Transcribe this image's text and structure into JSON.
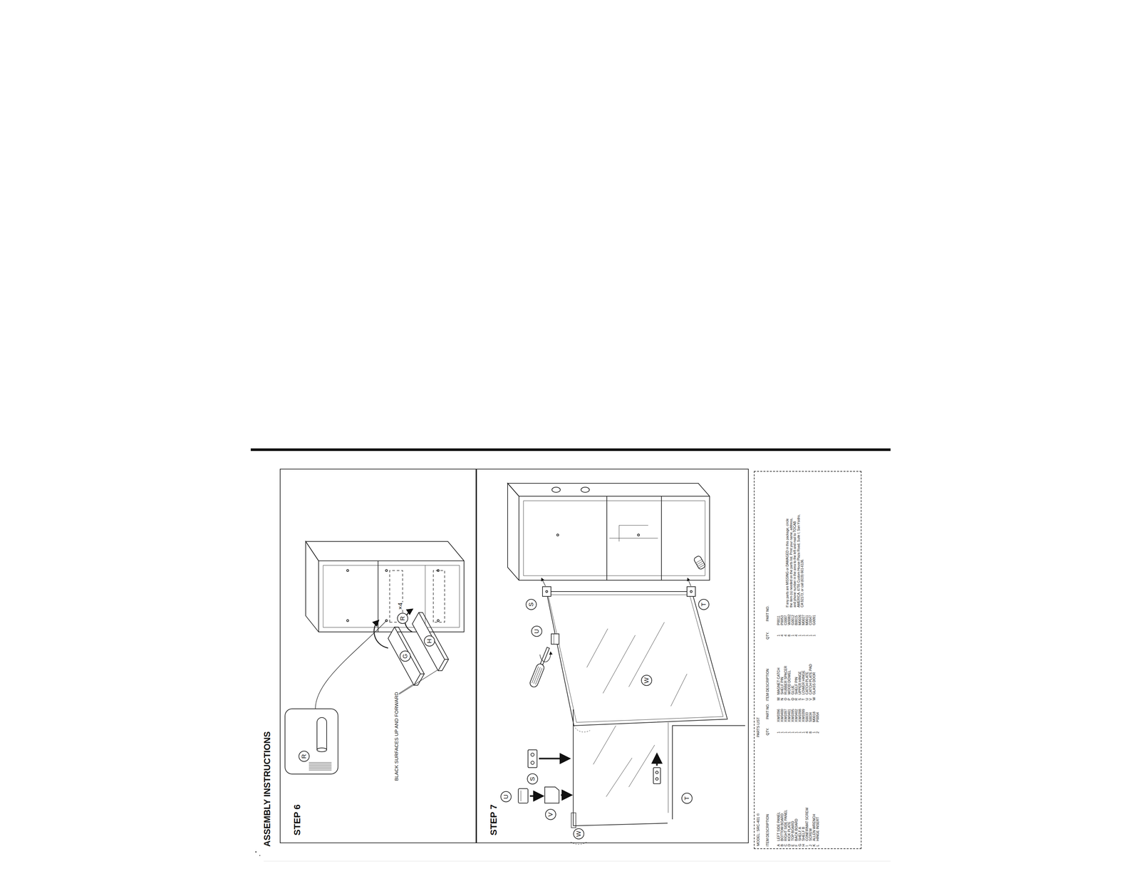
{
  "diagram": {
    "title": "ASSEMBLY INSTRUCTIONS",
    "nodes": [
      {
        "text": [
          "STEP 6"
        ]
      },
      {
        "text": [
          "R"
        ],
        "in": 0
      },
      {
        "text": [
          "R"
        ],
        "in": 0
      },
      {
        "text": [
          "G"
        ],
        "in": 0
      },
      {
        "text": [
          "H"
        ],
        "in": 0
      },
      {
        "text": [
          "STEP 7"
        ]
      },
      {
        "text": [
          "U"
        ],
        "in": 5
      },
      {
        "text": [
          "V"
        ],
        "in": 5
      },
      {
        "text": [
          "S"
        ],
        "in": 5
      },
      {
        "text": [
          "T"
        ],
        "in": 5
      },
      {
        "text": [
          "W"
        ],
        "in": 5
      },
      {
        "text": [
          "U"
        ],
        "in": 5
      },
      {
        "text": [
          "S"
        ],
        "in": 5
      },
      {
        "text": [
          "T"
        ],
        "in": 5
      },
      {
        "text": [
          "W"
        ],
        "in": 5
      },
      {
        "text": [
          "MODEL: SRC-401 ©",
          "PARTS LIST"
        ]
      }
    ],
    "labels": [
      "BLACK SURFACES UP AND FORWARD",
      "×4",
      "ITEM DESCRIPTION",
      "QTY.",
      "PART NO.",
      "ITEM DESCRIPTION",
      "QTY.",
      "PART NO.",
      "A",
      "LEFT SIDE PANEL",
      "1",
      "XW0396",
      "M",
      "MAGNET CATCH",
      "1",
      "P0011",
      "B",
      "BOTTOM BOARD",
      "1",
      "XW0400",
      "N",
      "SHELF PIN",
      "4",
      "P0053",
      "C",
      "RIGHT SIDE PANEL",
      "1",
      "XW0397",
      "O",
      "RUBBER SPACER",
      "4",
      "C0007",
      "D",
      "KICK PLATE",
      "1",
      "XW0401",
      "P",
      "WOOD DOWEL",
      "8",
      "W0082",
      "E",
      "TOP BOARD",
      "1",
      "XW0395",
      "Q",
      "GLUE",
      "1",
      "G0012",
      "F",
      "BACK BOARD",
      "1",
      "XW0402",
      "R",
      "SHELF PIN",
      "4",
      "B0015",
      "G",
      "SHELF A",
      "1",
      "XW0398",
      "S",
      "UPPER HINGE",
      "1",
      "M0026",
      "H",
      "SHELF B",
      "1",
      "XW0399",
      "T",
      "LOWER HINGE",
      "1",
      "M0027",
      "I",
      "CONFIRMAT SCREW",
      "4",
      "S0033",
      "U",
      "CATCH PLATE",
      "1",
      "M0011",
      "J",
      "SCREW",
      "8",
      "S0034",
      "V",
      "CATCH PLATE PAD",
      "1",
      "C0047",
      "K",
      "ALLEN WRENCH",
      "1",
      "M0018",
      "W",
      "GLASS DOOR",
      "1",
      "G0091",
      "L",
      "HINGE INSERT",
      "2",
      "P0054",
      "If any parts are MISSING or DAMAGED in this package, circle the item (s) needed on the parts list. Print your name, address, and phone number in the area to the left and mail to TOCAB AMERICA, 6755 Custom House Plaza Road, Suite I, San Ysidro, CA 92173, or call (619) 661-6136."
    ]
  }
}
